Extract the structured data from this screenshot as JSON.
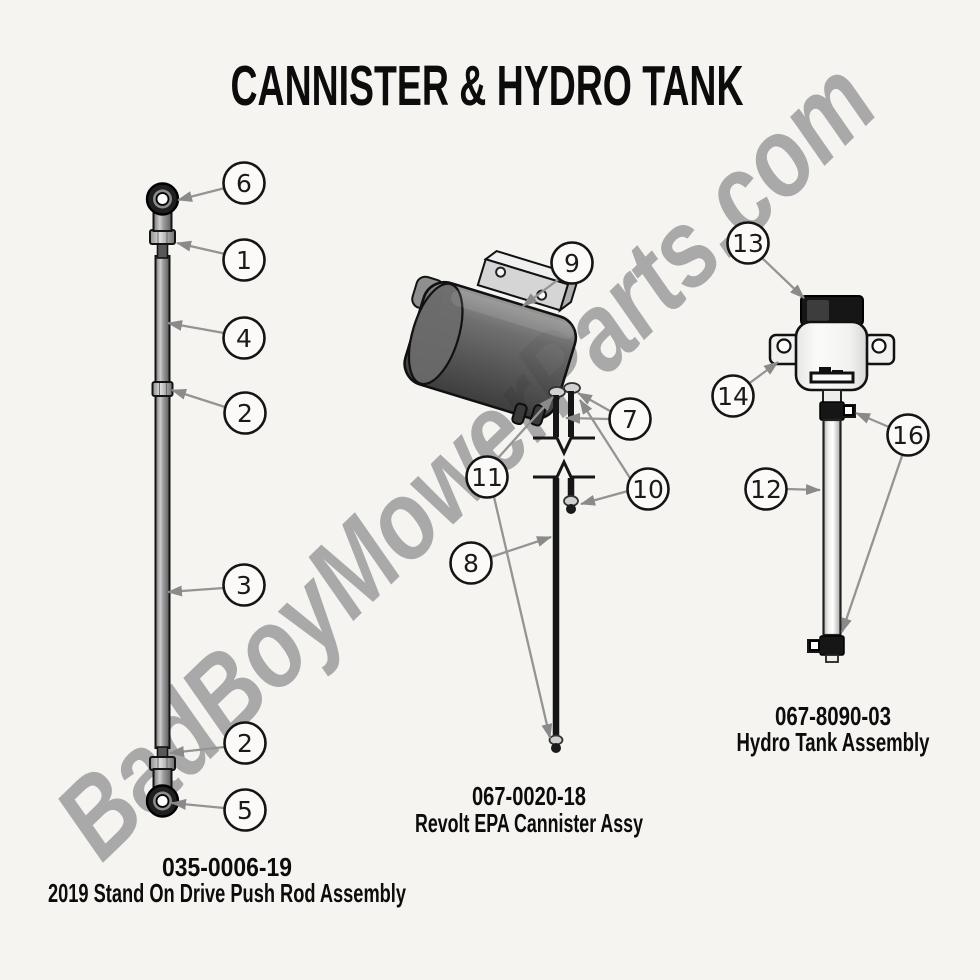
{
  "title": "CANNISTER & HYDRO TANK",
  "watermark": "BadBoyMowerParts.com",
  "colors": {
    "background": "#f6f4f1",
    "watermark_gray": "#a9a9a9",
    "arrow_gray": "#949494",
    "outline_black": "#141414",
    "part_dark_gray": "#4c4c4c",
    "part_light_gray": "#f3f3f1"
  },
  "assemblies": [
    {
      "id": "push-rod-assembly",
      "part_number": "035-0006-19",
      "label": "2019 Stand On Drive Push Rod Assembly",
      "callouts": [
        "6",
        "1",
        "4",
        "2",
        "3",
        "2",
        "5"
      ]
    },
    {
      "id": "cannister-assembly",
      "part_number": "067-0020-18",
      "label": "Revolt EPA Cannister Assy",
      "callouts": [
        "9",
        "7",
        "11",
        "10",
        "8"
      ]
    },
    {
      "id": "hydro-tank-assembly",
      "part_number": "067-8090-03",
      "label": "Hydro Tank Assembly",
      "callouts": [
        "13",
        "14",
        "12",
        "16"
      ]
    }
  ]
}
